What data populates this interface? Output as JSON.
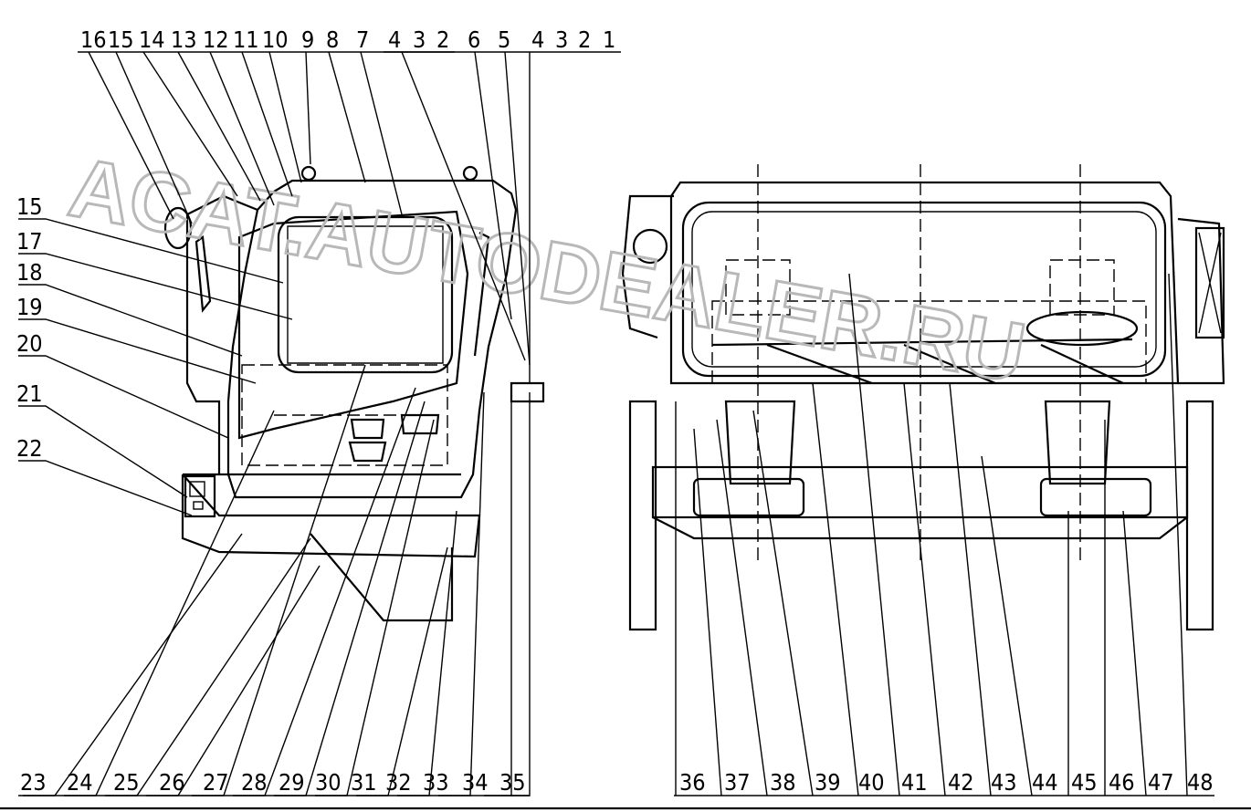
{
  "watermark": "ACAT.AUTODEALER.RU",
  "top_callouts": [
    "16",
    "15",
    "14",
    "13",
    "12",
    "11",
    "10",
    "9",
    "8",
    "7",
    "4",
    "3",
    "2",
    "6",
    "5",
    "4",
    "3",
    "2",
    "1"
  ],
  "left_side_callouts": [
    "15",
    "17",
    "18",
    "19",
    "20",
    "21",
    "22"
  ],
  "bottom_left_callouts": [
    "23",
    "24",
    "25",
    "26",
    "27",
    "28",
    "29",
    "30",
    "31",
    "32",
    "33",
    "34",
    "35"
  ],
  "bottom_right_callouts": [
    "36",
    "37",
    "38",
    "39",
    "40",
    "41",
    "42",
    "43",
    "44",
    "45",
    "46",
    "47",
    "48"
  ]
}
